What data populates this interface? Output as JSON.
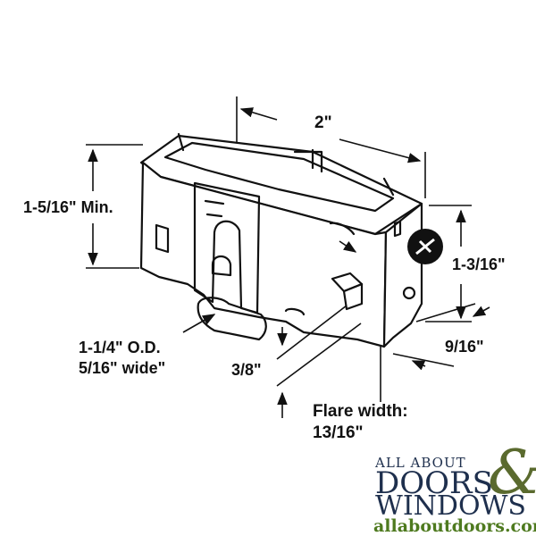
{
  "dimensions": {
    "width_top": "2\"",
    "height_left": "1-5/16\" Min.",
    "height_right": "1-3/16\"",
    "depth": "9/16\"",
    "wheel_od": "1-1/4\" O.D.",
    "wheel_width": "5/16\" wide\"",
    "wheel_offset": "3/8\"",
    "flare_label": "Flare width:",
    "flare_value": "13/16\""
  },
  "logo": {
    "line1": "ALL ABOUT",
    "line2": "DOORS",
    "amp": "&",
    "line3": "WINDOWS",
    "url": "allaboutdoors.com"
  },
  "colors": {
    "ink": "#111111",
    "logo_dark": "#1e2f4d",
    "logo_accent": "#5a6a2e",
    "logo_url": "#4e7a1f"
  }
}
